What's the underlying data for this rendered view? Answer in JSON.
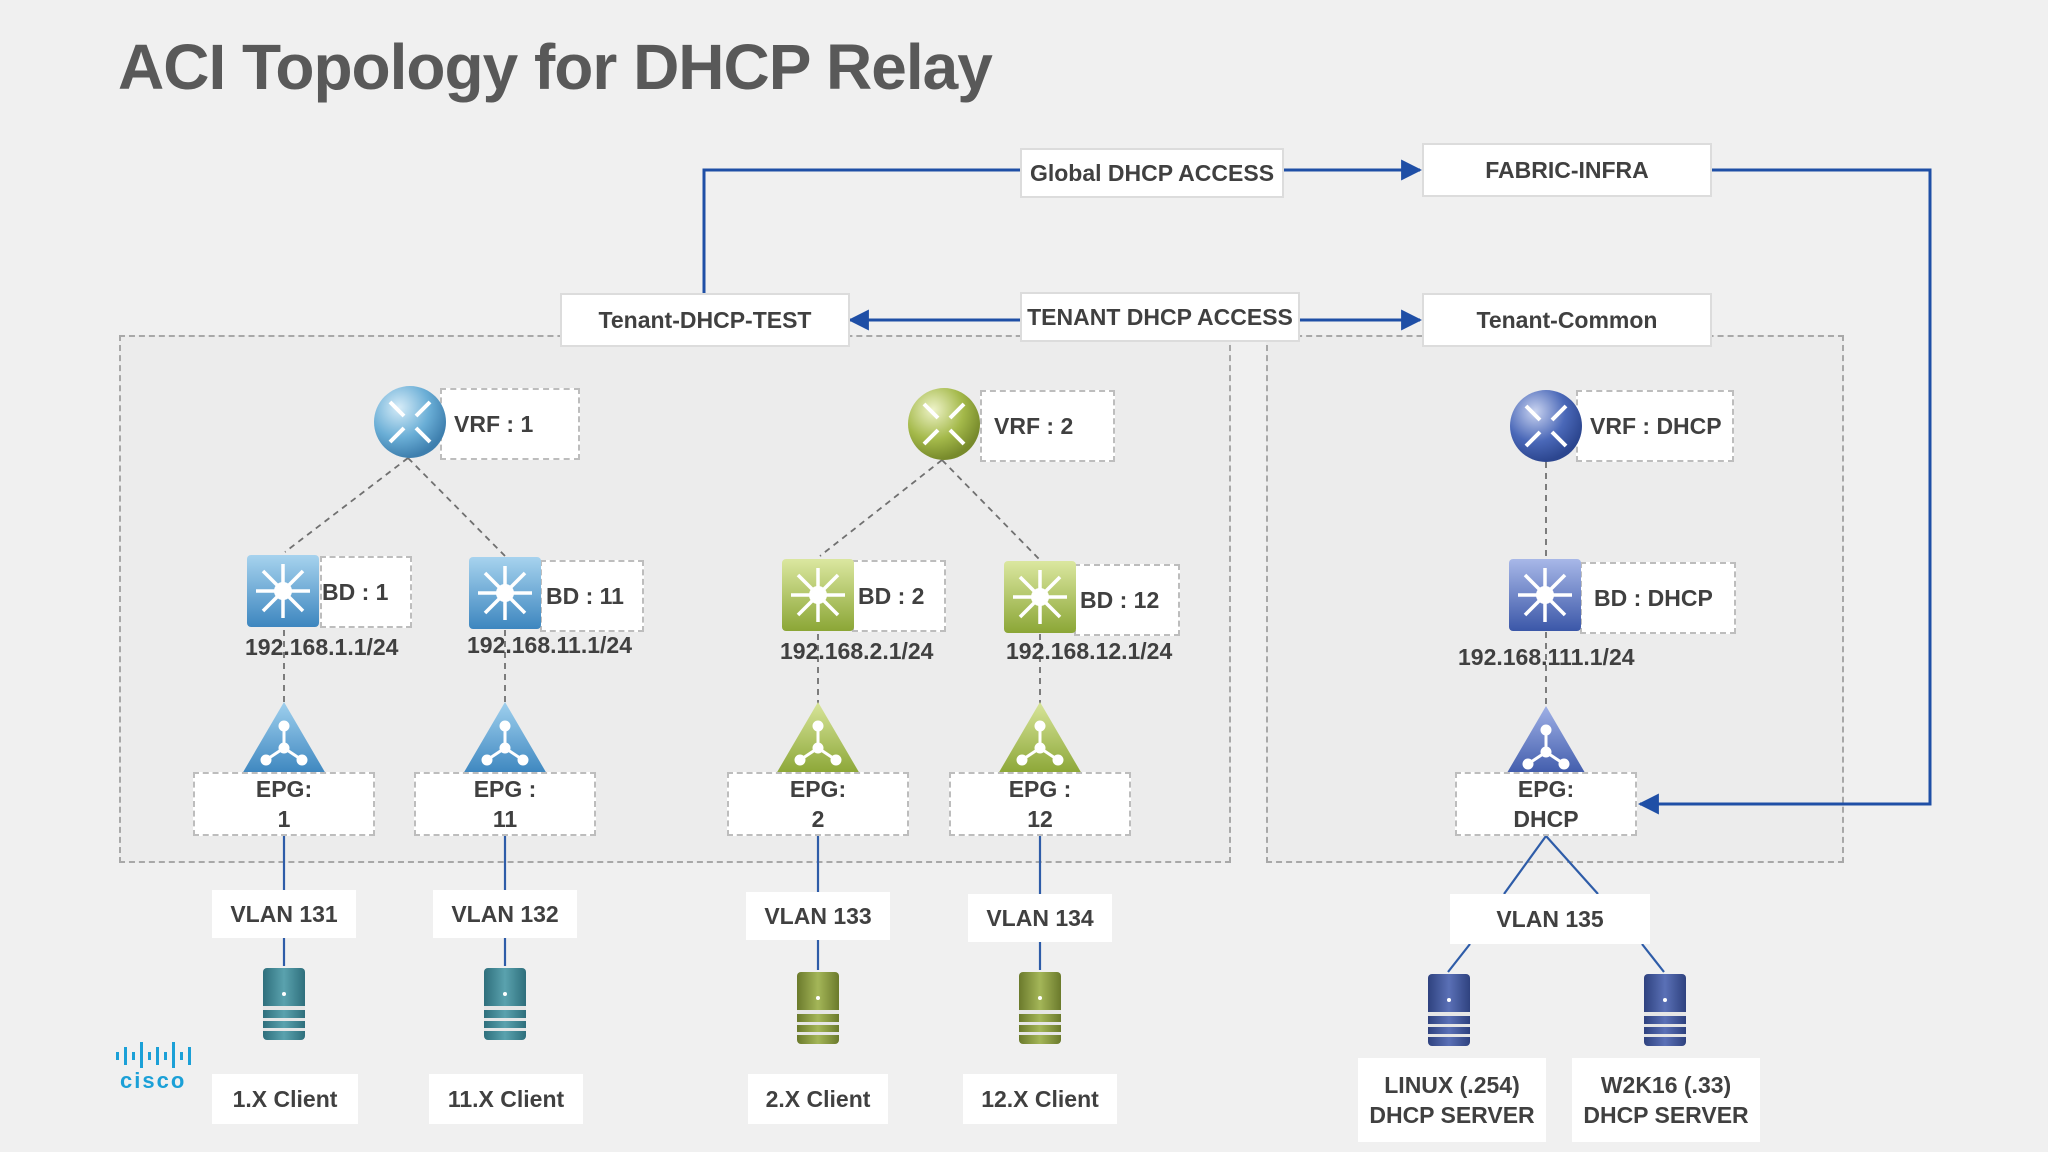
{
  "title": "ACI Topology for DHCP Relay",
  "tenants": {
    "dhcp_test": "Tenant-DHCP-TEST",
    "common": "Tenant-Common",
    "fabric_infra": "FABRIC-INFRA"
  },
  "access": {
    "global": "Global DHCP ACCESS",
    "tenant": "TENANT DHCP ACCESS"
  },
  "vrfs": [
    "VRF : 1",
    "VRF : 2",
    "VRF : DHCP"
  ],
  "bds": [
    {
      "label": "BD : 1",
      "ip": "192.168.1.1/24"
    },
    {
      "label": "BD : 11",
      "ip": "192.168.11.1/24"
    },
    {
      "label": "BD : 2",
      "ip": "192.168.2.1/24"
    },
    {
      "label": "BD : 12",
      "ip": "192.168.12.1/24"
    },
    {
      "label": "BD : DHCP",
      "ip": "192.168.111.1/24"
    }
  ],
  "epgs": [
    {
      "line1": "EPG:",
      "line2": "1"
    },
    {
      "line1": "EPG :",
      "line2": "11"
    },
    {
      "line1": "EPG:",
      "line2": "2"
    },
    {
      "line1": "EPG :",
      "line2": "12"
    },
    {
      "line1": "EPG:",
      "line2": "DHCP"
    }
  ],
  "vlans": [
    "VLAN 131",
    "VLAN 132",
    "VLAN 133",
    "VLAN 134",
    "VLAN 135"
  ],
  "clients": [
    "1.X Client",
    "11.X Client",
    "2.X Client",
    "12.X Client"
  ],
  "servers": [
    {
      "line1": "LINUX (.254)",
      "line2": "DHCP SERVER"
    },
    {
      "line1": "W2K16 (.33)",
      "line2": "DHCP SERVER"
    }
  ],
  "logo": "cisco",
  "colors": {
    "blue_group": "#6aaed6",
    "green_group": "#a4b94a",
    "dhcp_group": "#4a68b8",
    "arrow": "#1f4fa6",
    "link": "#2e5ca8"
  }
}
